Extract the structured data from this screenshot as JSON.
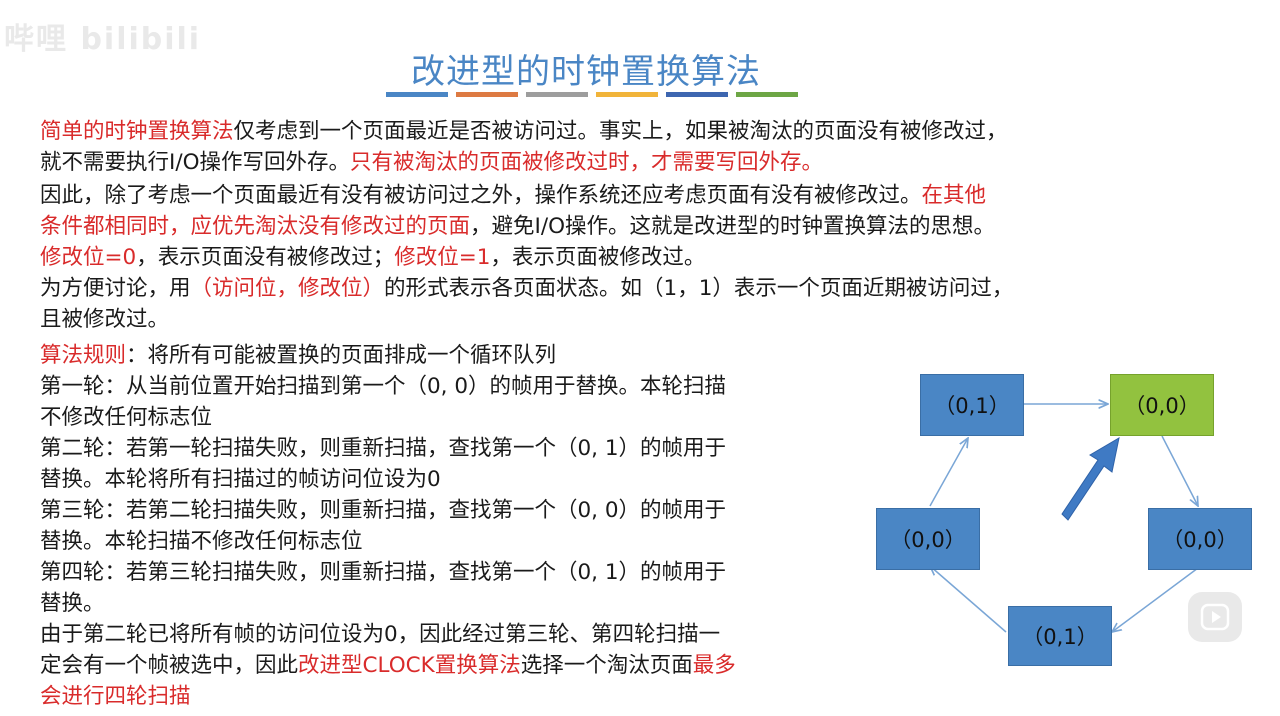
{
  "watermark": "哔哩 bilibili",
  "title": "改进型的时钟置换算法",
  "stripe_colors": [
    "#4a86c5",
    "#dd7a42",
    "#9d9d9d",
    "#f1b43a",
    "#3d66b0",
    "#6da645"
  ],
  "intro": {
    "l1_red": "简单的时钟置换算法",
    "l1_black": "仅考虑到一个页面最近是否被访问过。事实上，如果被淘汰的页面没有被修改过，",
    "l2_black": "就不需要执行I/O操作写回外存。",
    "l2_red": "只有被淘汰的页面被修改过时，才需要写回外存。",
    "l3_black": "因此，除了考虑一个页面最近有没有被访问过之外，操作系统还应考虑页面有没有被修改过。",
    "l3_red": "在其他",
    "l4_red": "条件都相同时，应优先淘汰没有修改过的页面",
    "l4_black": "，避免I/O操作。这就是改进型的时钟置换算法的思想。",
    "l5_red1": "修改位=0",
    "l5_black1": "，表示页面没有被修改过；",
    "l5_red2": "修改位=1",
    "l5_black2": "，表示页面被修改过。",
    "l6_black1": "为方便讨论，用",
    "l6_red": "（访问位，修改位）",
    "l6_black2": "的形式表示各页面状态。如（1，1）表示一个页面近期被访问过，",
    "l7_black": "且被修改过。"
  },
  "rules": {
    "r1_red": "算法规则",
    "r1_black": "：将所有可能被置换的页面排成一个循环队列",
    "r2": "第一轮：从当前位置开始扫描到第一个（0, 0）的帧用于替换。本轮扫描",
    "r3": "不修改任何标志位",
    "r4": "第二轮：若第一轮扫描失败，则重新扫描，查找第一个（0, 1）的帧用于",
    "r5": "替换。本轮将所有扫描过的帧访问位设为0",
    "r6": "第三轮：若第二轮扫描失败，则重新扫描，查找第一个（0, 0）的帧用于",
    "r7": "替换。本轮扫描不修改任何标志位",
    "r8": "第四轮：若第三轮扫描失败，则重新扫描，查找第一个（0, 1）的帧用于",
    "r9": "替换。",
    "r10": "由于第二轮已将所有帧的访问位设为0，因此经过第三轮、第四轮扫描一",
    "r11_black1": "定会有一个帧被选中，因此",
    "r11_red": "改进型CLOCK置换算法",
    "r11_black2": "选择一个淘汰页面",
    "r11_red2": "最多",
    "r12_red": "会进行四轮扫描"
  },
  "diagram": {
    "frame_a": "（0,1）",
    "frame_b": "（0,0）",
    "frame_c": "（0,0）",
    "frame_d": "（0,1）",
    "frame_e": "（0,0）"
  }
}
